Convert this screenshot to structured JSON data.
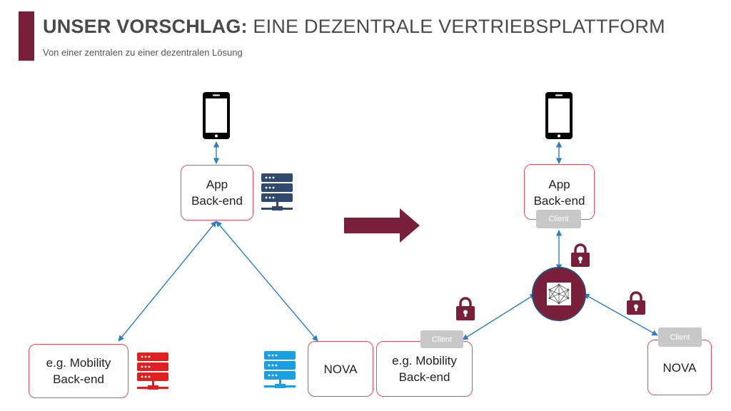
{
  "slide": {
    "title_bold": "UNSER VORSCHLAG:",
    "title_rest": " EINE DEZENTRALE VERTRIEBSPLATTFORM",
    "subtitle": "Von einer zentralen zu einer dezentralen Lösung"
  },
  "left": {
    "app_backend": "App\nBack-end",
    "mobility_backend": "e.g. Mobility\nBack-end",
    "nova": "NOVA"
  },
  "right": {
    "app_backend": "App\nBack-end",
    "mobility_backend": "e.g. Mobility\nBack-end",
    "nova": "NOVA",
    "client_label": "Client"
  },
  "icons": {
    "phone": "smartphone-icon",
    "server": "server-stack-icon",
    "lock": "padlock-icon",
    "blockchain": "blockchain-network-icon",
    "arrow": "right-arrow-icon"
  },
  "colors": {
    "accent": "#7a1f3a",
    "box_border": "#e05060",
    "connector": "#2e7ec4",
    "server_navy": "#2f4a6e",
    "server_red": "#e02020",
    "server_blue": "#1aa0e0",
    "client_tag": "#c8c8c8"
  }
}
